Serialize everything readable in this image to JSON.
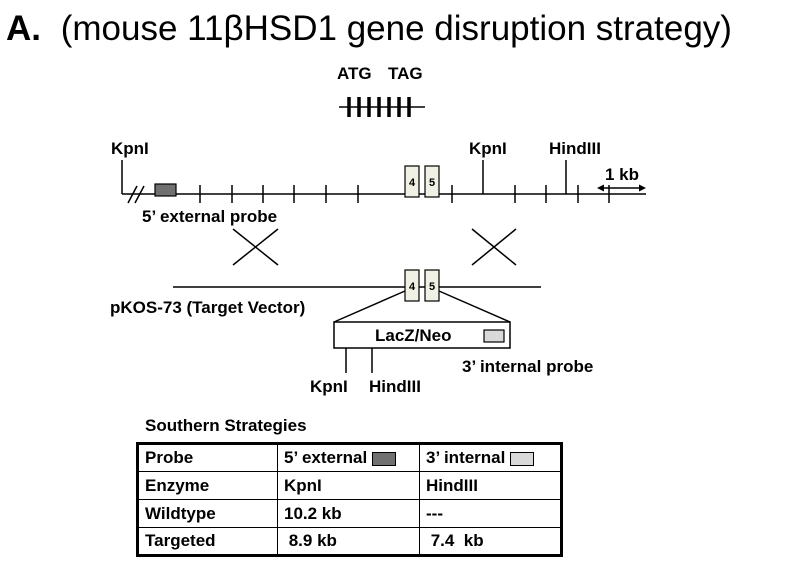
{
  "title": {
    "prefix": "A.",
    "text": "(mouse 11βHSD1 gene disruption strategy)"
  },
  "gene": {
    "start_codon": "ATG",
    "stop_codon": "TAG"
  },
  "wildtype_locus": {
    "site_left": "KpnI",
    "site_mid": "KpnI",
    "site_right": "HindIII",
    "scale_label": "1 kb",
    "exons": [
      "4",
      "5"
    ],
    "probe_label": "5’ external probe",
    "probe_color": "#707070"
  },
  "target_vector": {
    "name": "pKOS-73 (Target Vector)",
    "exons": [
      "4",
      "5"
    ],
    "cassette_label": "LacZ/Neo",
    "internal_probe_label": "3’ internal probe",
    "internal_probe_color": "#d9d9d9",
    "site_kpn": "KpnI",
    "site_hind": "HindIII"
  },
  "southern": {
    "title": "Southern Strategies",
    "rows": [
      {
        "label": "Probe",
        "ext": "5’ external",
        "int": "3’ internal"
      },
      {
        "label": "Enzyme",
        "ext": "KpnI",
        "int": "HindIII"
      },
      {
        "label": "Wildtype",
        "ext": "10.2 kb",
        "int": "---"
      },
      {
        "label": "Targeted",
        "ext": " 8.9 kb",
        "int": " 7.4  kb"
      }
    ]
  },
  "colors": {
    "line": "#000000",
    "exon_fill": "#f0f0e4",
    "dark_probe": "#707070",
    "light_probe": "#d9d9d9"
  }
}
